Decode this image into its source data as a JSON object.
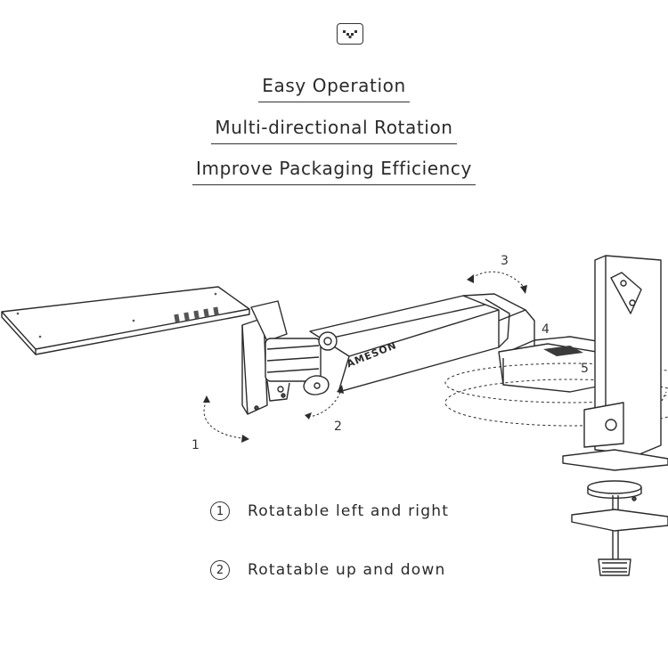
{
  "logo": {
    "icon": "brand-chevron-icon"
  },
  "headlines": [
    "Easy Operation",
    "Multi-directional Rotation",
    "Improve Packaging Efficiency"
  ],
  "product": {
    "brand_text": "AMESON",
    "callouts": [
      "1",
      "2",
      "3",
      "4",
      "5"
    ]
  },
  "features": [
    {
      "number": "1",
      "text": "Rotatable left and right"
    },
    {
      "number": "2",
      "text": "Rotatable up and down"
    }
  ]
}
